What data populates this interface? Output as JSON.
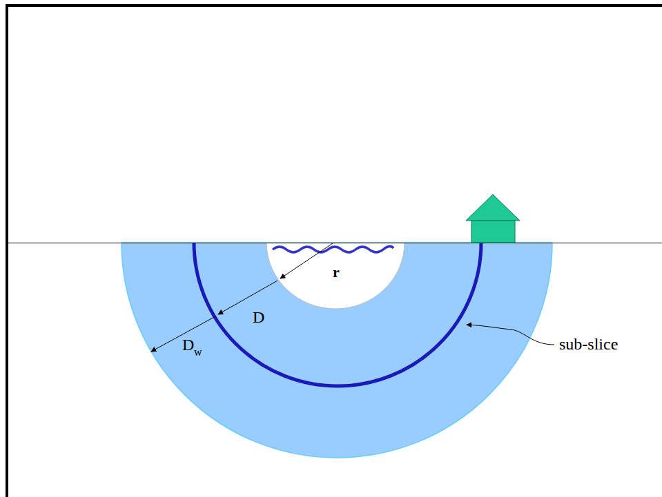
{
  "diagram": {
    "labels": [
      "r",
      "D",
      "D",
      "w",
      "sub-slice"
    ]
  }
}
